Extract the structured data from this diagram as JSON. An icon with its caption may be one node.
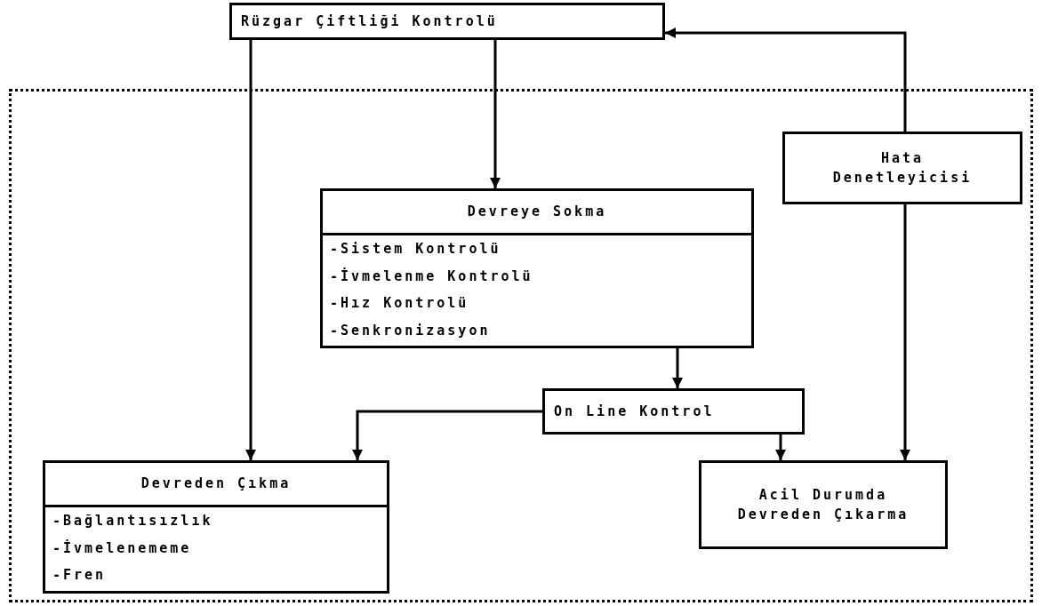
{
  "diagram": {
    "nodes": [
      {
        "text": [
          "Rüzgar Çiftliği Kontrolü"
        ]
      },
      {
        "text": [],
        "shape": "box"
      },
      {
        "text": [
          "Devreye Sokma",
          "-Sistem Kontrolü",
          "-İvmelenme Kontrolü",
          "-Hız Kontrolü",
          "-Senkronizasyon"
        ],
        "in": 1
      },
      {
        "text": [
          "Hata Denetleyicisi"
        ],
        "in": 1
      },
      {
        "text": [
          "On Line Kontrol"
        ],
        "in": 1
      },
      {
        "text": [
          "Devreden Çıkma",
          "-Bağlantısızlık",
          "-İvmelenememe",
          "-Fren"
        ],
        "in": 1
      },
      {
        "text": [
          "Acil Durumda Devreden Çıkarma"
        ],
        "in": 1
      }
    ],
    "edges": [
      {
        "from": 0,
        "to": 5,
        "arrow": "to"
      },
      {
        "from": 0,
        "to": 2,
        "arrow": "to"
      },
      {
        "from": 3,
        "to": 0,
        "arrow": "to"
      },
      {
        "from": 3,
        "to": 6,
        "arrow": "to"
      },
      {
        "from": 2,
        "to": 4,
        "arrow": "to"
      },
      {
        "from": 4,
        "to": 5,
        "arrow": "to"
      },
      {
        "from": 4,
        "to": 6,
        "arrow": "to"
      }
    ]
  }
}
